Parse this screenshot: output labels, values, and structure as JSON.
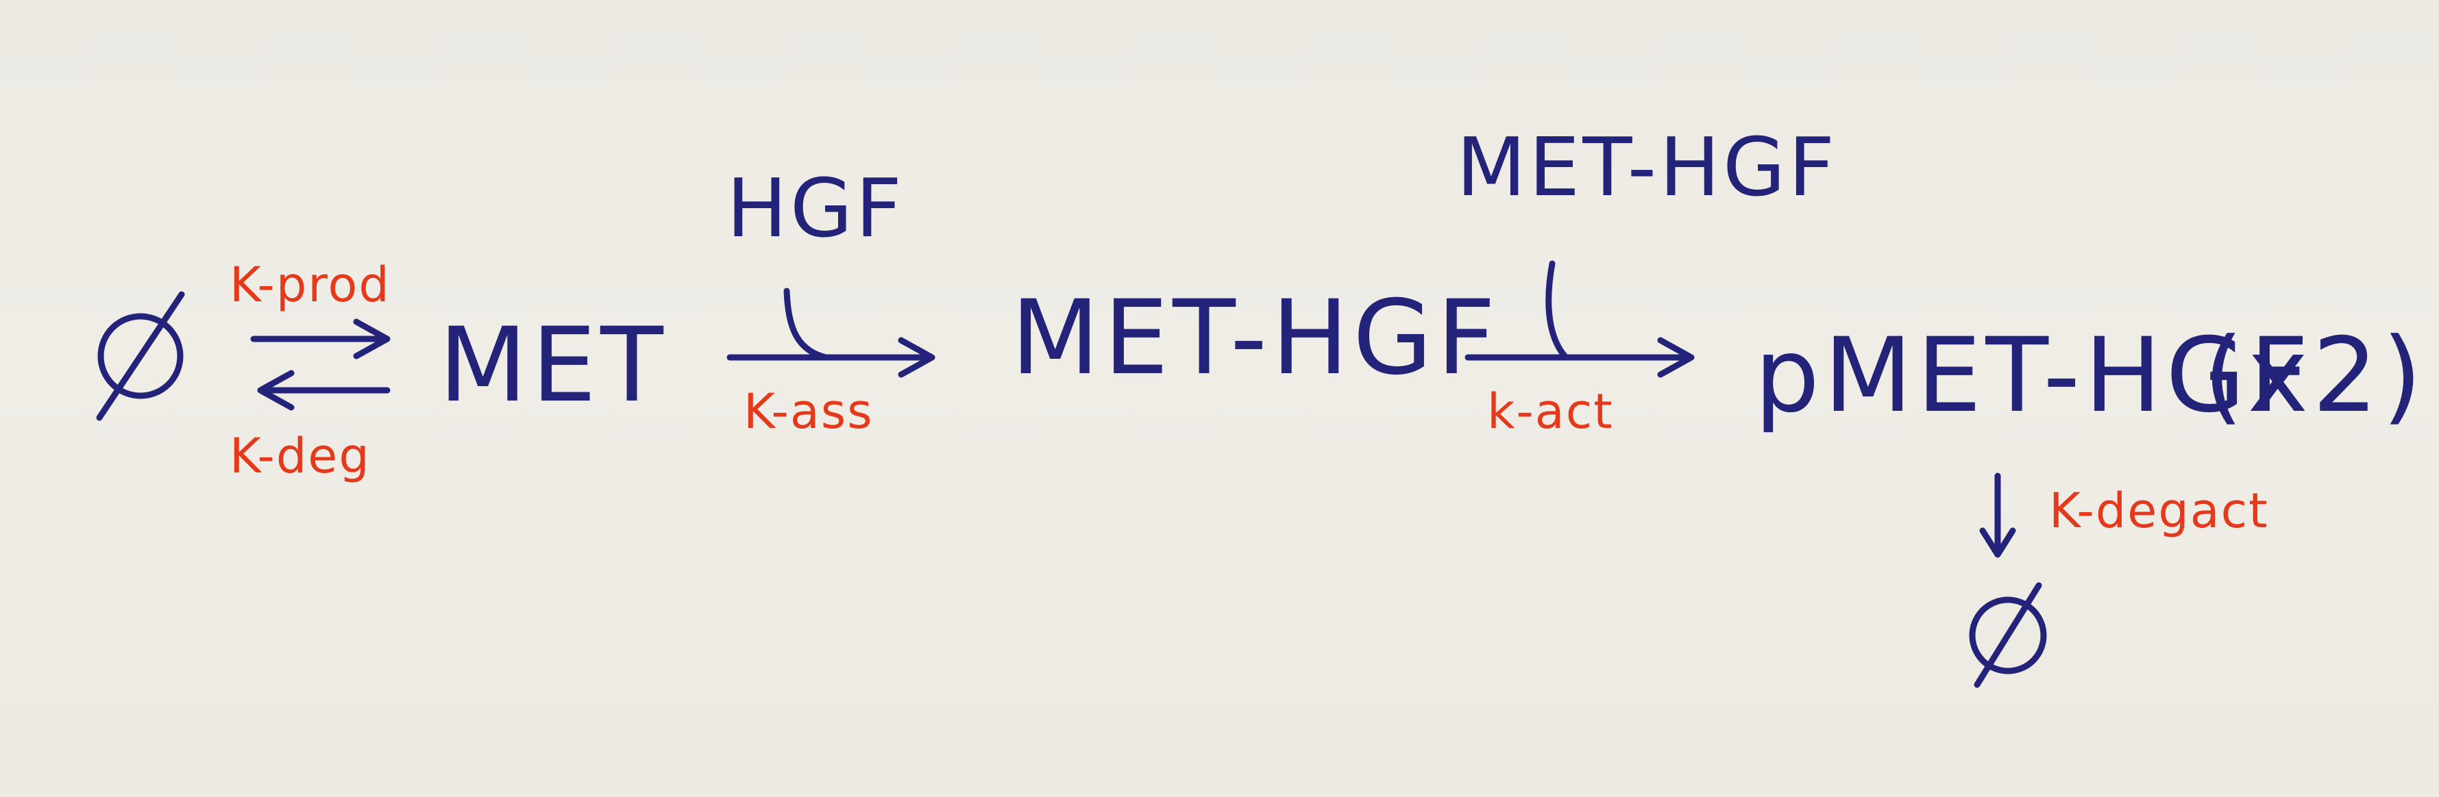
{
  "species": {
    "empty_source": "∅",
    "met": "MET",
    "met_hgf": "MET-HGF",
    "pmet_hgf": "pMET-HGF",
    "multiplier": "(x2)",
    "empty_sink": "∅"
  },
  "modifiers": {
    "association": "HGF",
    "activation": "MET-HGF"
  },
  "rates": {
    "production": "K-prod",
    "degradation": "K-deg",
    "association": "K-ass",
    "activation": "k-act",
    "active_degradation": "K-degact"
  },
  "colors": {
    "species_ink": "#23237a",
    "rate_ink": "#e5391c",
    "paper": "#edebe4"
  }
}
